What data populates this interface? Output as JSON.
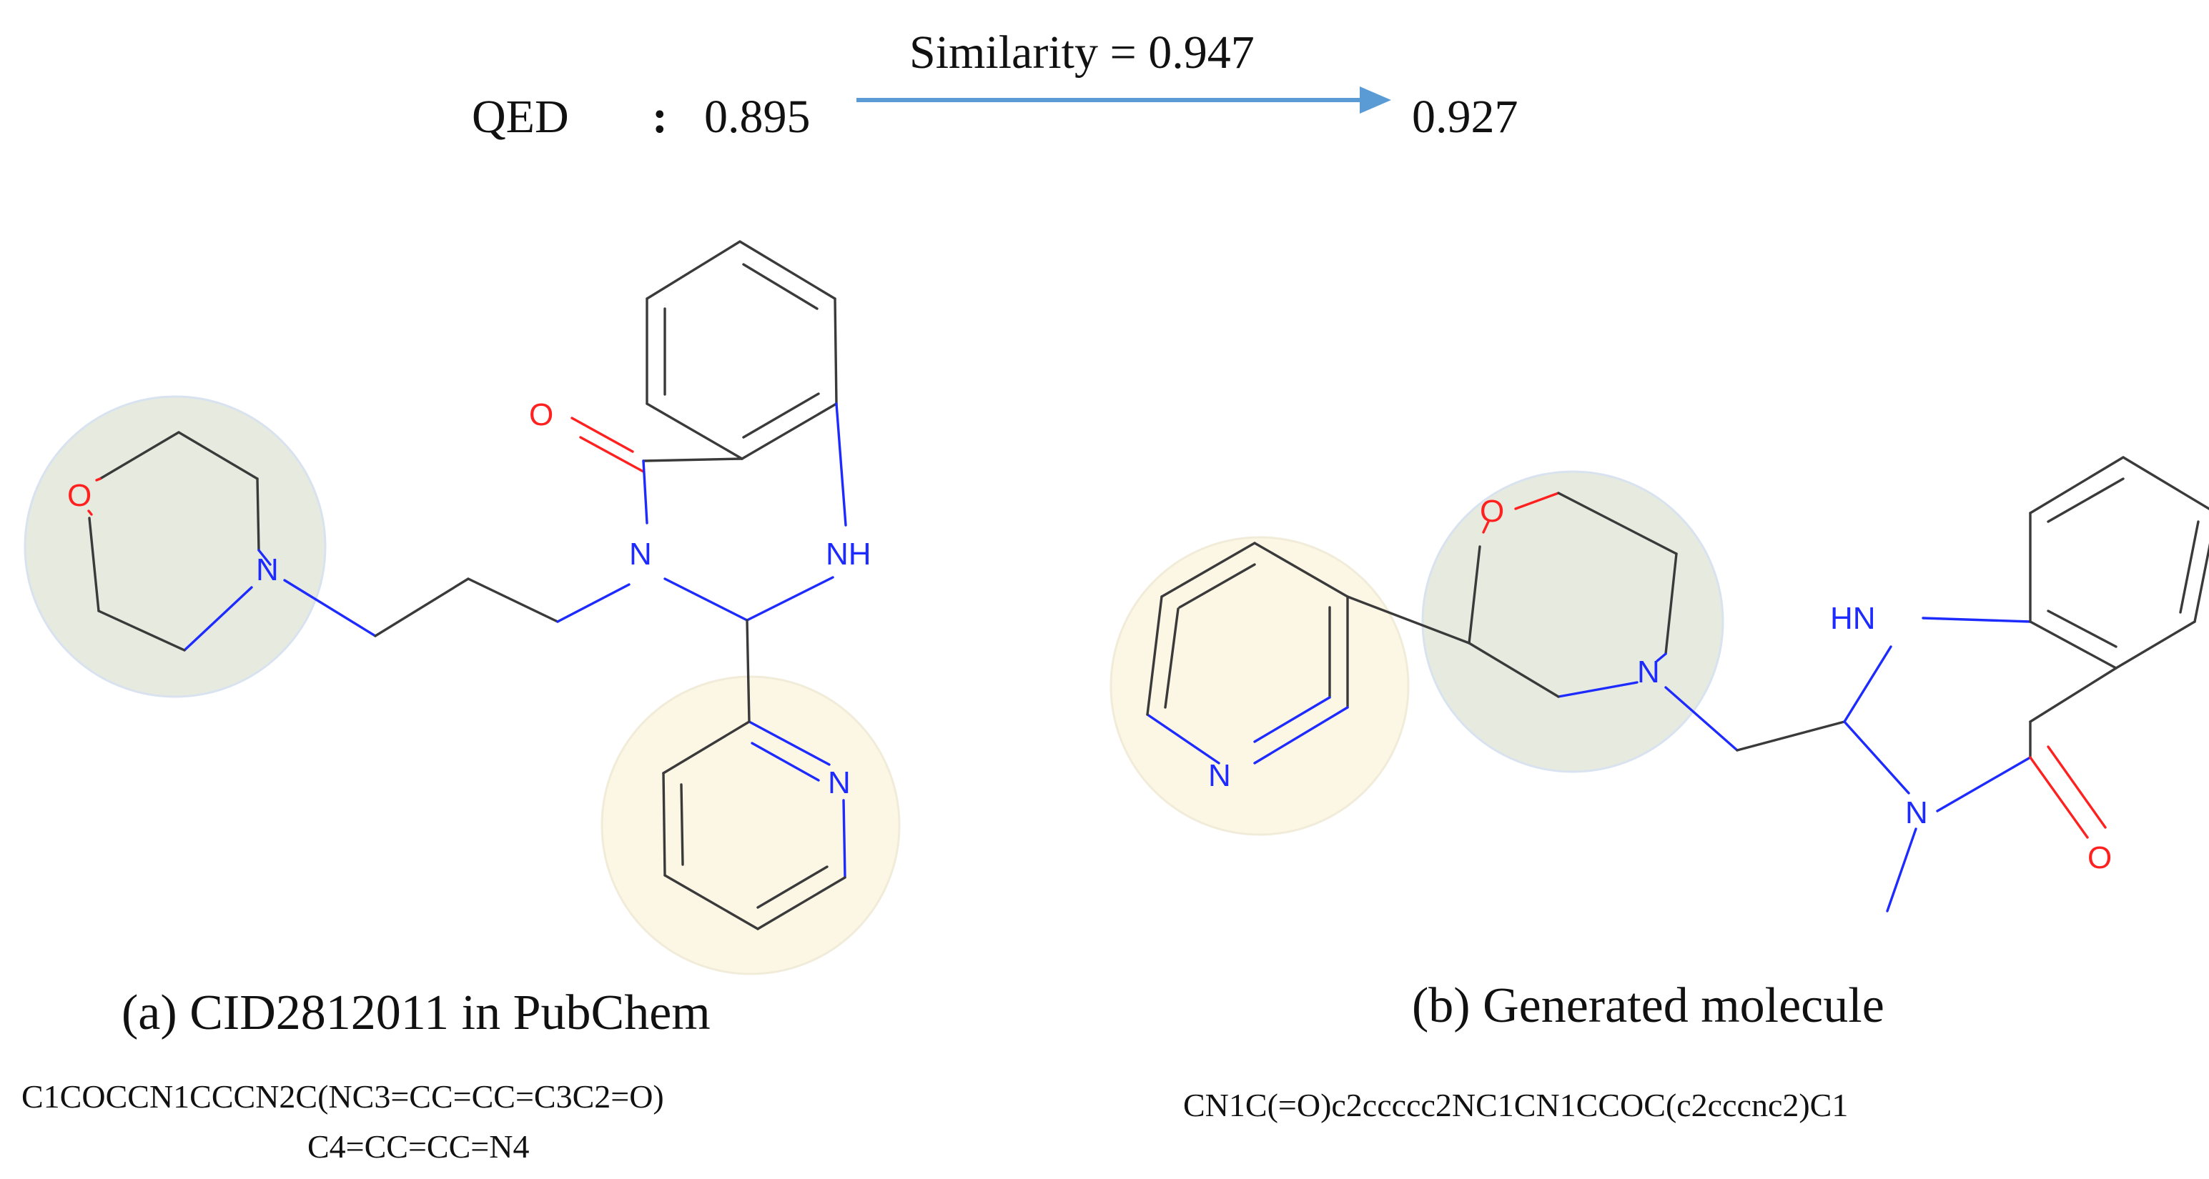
{
  "header": {
    "metric_label": "QED",
    "colon": ":",
    "value_before": "0.895",
    "value_after": "0.927",
    "similarity_text": "Similarity = 0.947",
    "arrow_color": "#5b9bd5"
  },
  "panel_a": {
    "caption": "(a) CID2812011 in PubChem",
    "smiles_line1": "C1COCCN1CCCN2C(NC3=CC=CC=C3C2=O)",
    "smiles_line2": "C4=CC=CC=N4"
  },
  "panel_b": {
    "caption": "(b) Generated molecule",
    "smiles": "CN1C(=O)c2ccccc2NC1CN1CCOC(c2cccnc2)C1"
  },
  "atoms": {
    "oxygen": "O",
    "nitrogen": "N",
    "nh": "NH",
    "hn": "HN"
  },
  "colors": {
    "morpholine_highlight": "#e7ebdf",
    "pyridine_highlight": "#fcf6e4",
    "nitrogen": "#1e2bff",
    "oxygen": "#ff2020",
    "bond": "#3a3a3a"
  }
}
